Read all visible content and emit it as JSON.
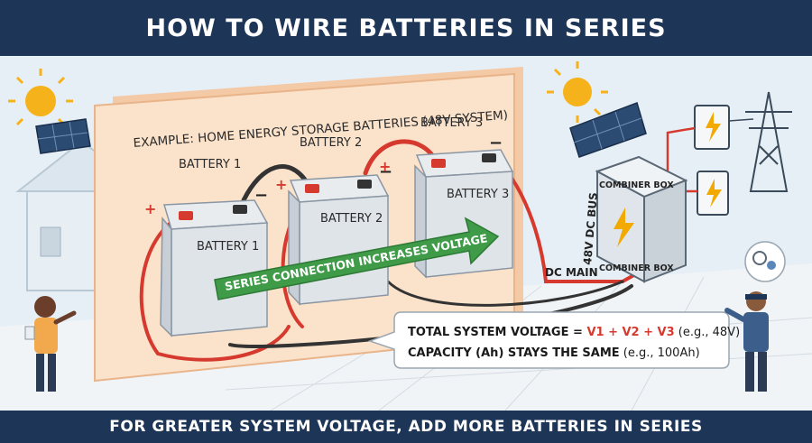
{
  "title": "HOW TO WIRE BATTERIES IN SERIES",
  "example_label": "EXAMPLE: HOME ENERGY STORAGE BATTERIES (48V SYSTEM)",
  "batteries": [
    {
      "header": "BATTERY 1",
      "body": "BATTERY 1"
    },
    {
      "header": "BATTERY 2",
      "body": "BATTERY 2"
    },
    {
      "header": "BATTERY 3",
      "body": "BATTERY 3"
    }
  ],
  "terminals": {
    "plus": "+",
    "minus": "−"
  },
  "arrow_text": "SERIES CONNECTION INCREASES VOLTAGE",
  "bus_label": "48V DC BUS",
  "combiner_top": "COMBINER BOX",
  "combiner_bottom": "COMBINER BOX",
  "dc_main": "DC MAIN",
  "callout": {
    "line1_a": "TOTAL SYSTEM VOLTAGE = ",
    "line1_b": "V1 + V2 + V3",
    "line1_c": " (e.g., 48V)",
    "line2_a": "CAPACITY (Ah) STAYS THE SAME",
    "line2_c": " (e.g., 100Ah)"
  },
  "footer": "FOR GREATER SYSTEM VOLTAGE, ADD MORE BATTERIES IN SERIES",
  "colors": {
    "navy": "#1d3557",
    "positive": "#d63a2f",
    "negative": "#333333",
    "arrow": "#3f9b48",
    "panel": "#fbe3cb",
    "accent": "#f2a900"
  }
}
